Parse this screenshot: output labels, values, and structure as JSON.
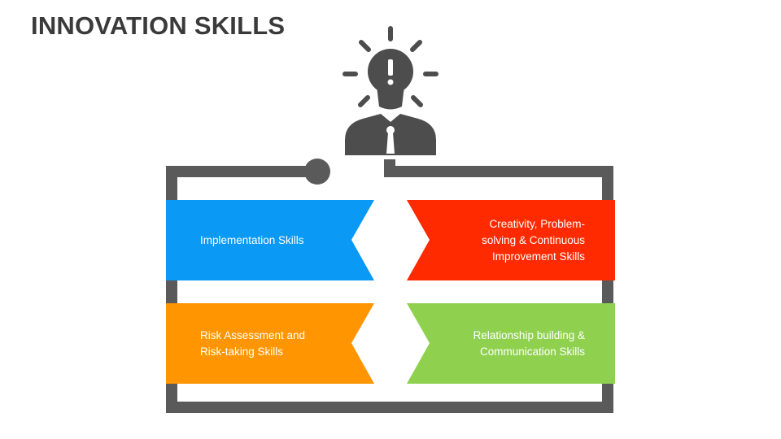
{
  "title": "INNOVATION SKILLS",
  "colors": {
    "frame": "#5a5a5a",
    "icon": "#4d4d4d",
    "blue": "#0a99f5",
    "red": "#ff2a00",
    "orange": "#ff9500",
    "green": "#8fd14f"
  },
  "icon": "lightbulb-person-icon",
  "cards": [
    {
      "id": "implementation",
      "color": "#0a99f5",
      "text": "Implementation Skills"
    },
    {
      "id": "creativity",
      "color": "#ff2a00",
      "text": "Creativity, Problem-solving & Continuous Improvement Skills"
    },
    {
      "id": "risk",
      "color": "#ff9500",
      "text": "Risk Assessment and Risk-taking Skills"
    },
    {
      "id": "relationship",
      "color": "#8fd14f",
      "text": "Relationship building & Communication Skills"
    }
  ]
}
